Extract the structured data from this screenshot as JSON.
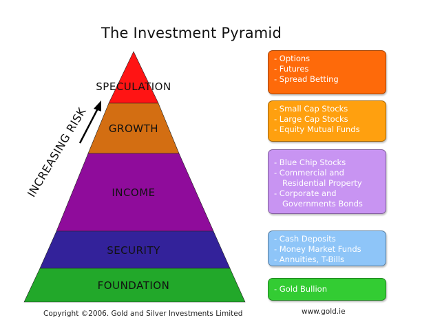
{
  "title": "The Investment Pyramid",
  "risk_label": "INCREASING RISK",
  "tiers": [
    {
      "label": "SPECULATION",
      "color": "#ff1414"
    },
    {
      "label": "GROWTH",
      "color": "#d36e12"
    },
    {
      "label": "INCOME",
      "color": "#8f0c9b"
    },
    {
      "label": "SECURITY",
      "color": "#33229a"
    },
    {
      "label": "FOUNDATION",
      "color": "#22a82a"
    }
  ],
  "boxes": [
    {
      "color": "#fe6a0a",
      "items": [
        {
          "text": "- Options"
        },
        {
          "text": "- Futures"
        },
        {
          "text": "- Spread Betting"
        }
      ]
    },
    {
      "color": "#ffa00f",
      "items": [
        {
          "text": "- Small Cap Stocks"
        },
        {
          "text": "- Large Cap Stocks"
        },
        {
          "text": "- Equity Mutual Funds"
        }
      ]
    },
    {
      "color": "#c894f2",
      "items": [
        {
          "text": "- Blue Chip Stocks"
        },
        {
          "text": "- Commercial and"
        },
        {
          "text": "Residential Property",
          "indent": true
        },
        {
          "text": "- Corporate and"
        },
        {
          "text": "Governments Bonds",
          "indent": true
        }
      ]
    },
    {
      "color": "#8ec5f8",
      "items": [
        {
          "text": "- Cash Deposits"
        },
        {
          "text": "- Money Market Funds"
        },
        {
          "text": "- Annuities, T-Bills"
        }
      ]
    },
    {
      "color": "#33cc33",
      "items": [
        {
          "text": "- Gold Bullion"
        }
      ]
    }
  ],
  "footer": {
    "copyright": "Copyright ©2006. Gold and Silver Investments Limited",
    "website": "www.gold.ie"
  }
}
